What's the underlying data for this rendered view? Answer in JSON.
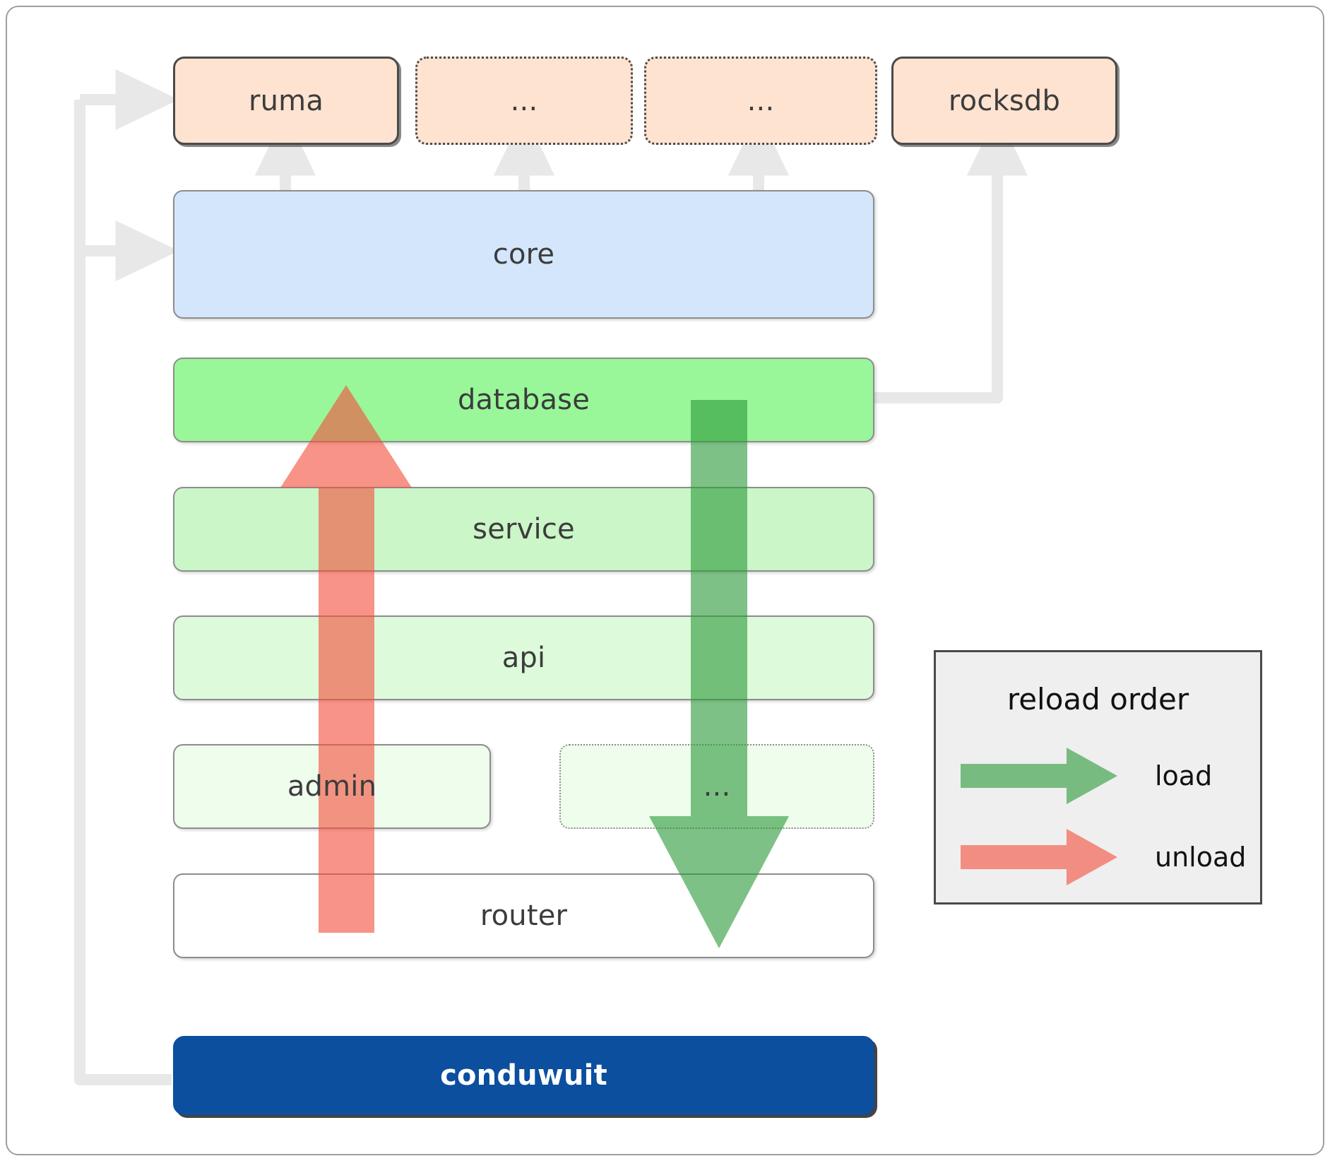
{
  "diagram": {
    "title": "conduwuit crate dependency / reload order diagram",
    "colors": {
      "dependency_fill": "#fde3d0",
      "core_fill": "#d4e6fb",
      "database_fill": "#99f79a",
      "service_fill": "#cbf6c8",
      "api_fill": "#ddfadb",
      "admin_fill": "#eefdec",
      "router_fill": "#ffffff",
      "root_fill": "#0b4f9e",
      "legend_fill": "#efefef",
      "wire_color": "#e8e8e8",
      "load_arrow": "#4aa84a",
      "unload_arrow": "#f87171"
    }
  },
  "dependencies": [
    {
      "label": "ruma",
      "style": "solid"
    },
    {
      "label": "...",
      "style": "dotted"
    },
    {
      "label": "...",
      "style": "dotted"
    },
    {
      "label": "rocksdb",
      "style": "solid"
    }
  ],
  "layers": [
    {
      "label": "core",
      "style": "solid"
    },
    {
      "label": "database",
      "style": "solid"
    },
    {
      "label": "service",
      "style": "solid"
    },
    {
      "label": "api",
      "style": "solid"
    },
    {
      "label": "admin",
      "style": "solid"
    },
    {
      "label": "...",
      "style": "dotted"
    },
    {
      "label": "router",
      "style": "solid"
    }
  ],
  "root": {
    "label": "conduwuit"
  },
  "legend": {
    "title": "reload order",
    "items": [
      {
        "label": "load",
        "color": "#4aa84a",
        "direction": "down"
      },
      {
        "label": "unload",
        "color": "#f87171",
        "direction": "up"
      }
    ]
  }
}
